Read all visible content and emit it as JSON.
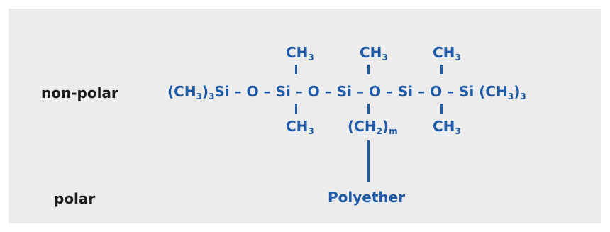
{
  "labels": {
    "non_polar": "non-polar",
    "polar": "polar"
  },
  "molecule": {
    "backbone": {
      "terminal_left": {
        "group": "(CH",
        "sub": "3",
        "suffix": ")"
      },
      "si_left_sub": "3",
      "si_left": "Si",
      "dash1": "–",
      "o1": "O",
      "dash2": "–",
      "si1": "Si",
      "dash3": "–",
      "o2": "O",
      "dash4": "–",
      "si2": "Si",
      "dash5": "–",
      "o3": "O",
      "dash6": "–",
      "si3": "Si",
      "dash7": "–",
      "o4": "O",
      "dash8": "–",
      "terminal_right": {
        "si": "Si",
        "group": "(CH",
        "sub": "3",
        "suffix": ")",
        "outer_sub": "3"
      }
    },
    "top_groups": [
      {
        "text": "CH",
        "sub": "3"
      },
      {
        "text": "CH",
        "sub": "3"
      },
      {
        "text": "CH",
        "sub": "3"
      }
    ],
    "bottom_groups": [
      {
        "text": "CH",
        "sub": "3"
      },
      {
        "text": "(CH",
        "sub": "2",
        "suffix": ")",
        "outer_sub": "m"
      },
      {
        "text": "CH",
        "sub": "3"
      }
    ],
    "polyether": "Polyether"
  },
  "colors": {
    "panel": "#ececec",
    "chem": "#1f5aa6",
    "label": "#1a1a1a"
  }
}
